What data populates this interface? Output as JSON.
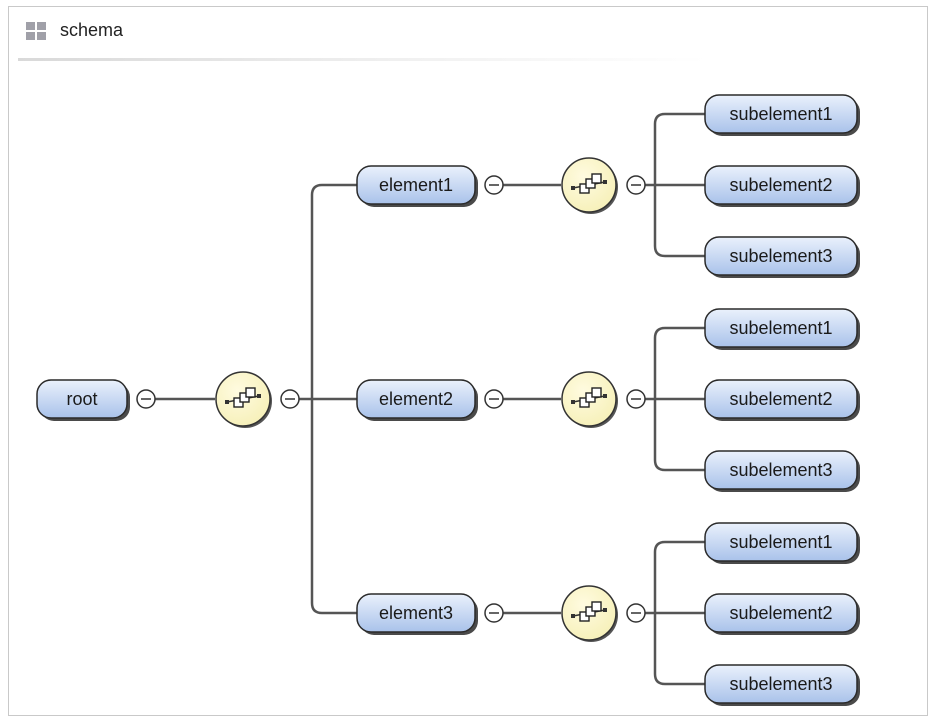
{
  "header": {
    "title": "schema",
    "icon": "grid-icon"
  },
  "diagram": {
    "root": {
      "label": "root"
    },
    "elements": [
      {
        "label": "element1",
        "children": [
          "subelement1",
          "subelement2",
          "subelement3"
        ]
      },
      {
        "label": "element2",
        "children": [
          "subelement1",
          "subelement2",
          "subelement3"
        ]
      },
      {
        "label": "element3",
        "children": [
          "subelement1",
          "subelement2",
          "subelement3"
        ]
      }
    ],
    "colors": {
      "node_fill_top": "#eaf1fc",
      "node_fill_bottom": "#a9c2ea",
      "node_stroke": "#2a2a2a",
      "sequence_fill": "#f6f0b8",
      "connector": "#555555"
    }
  }
}
